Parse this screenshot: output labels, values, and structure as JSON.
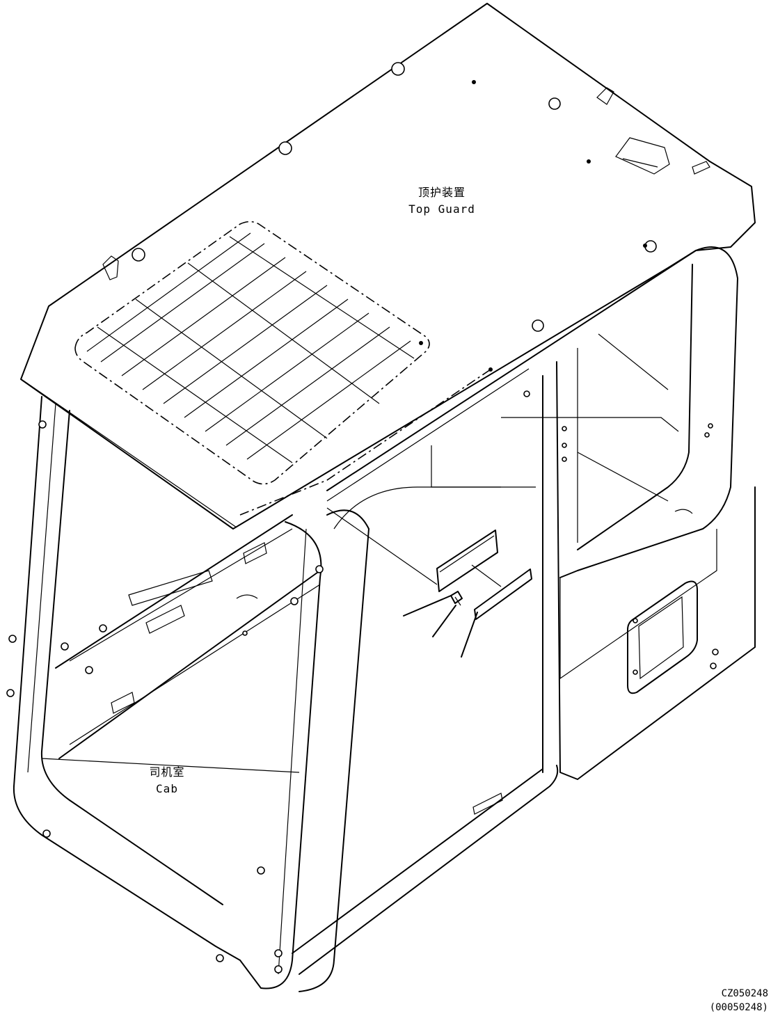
{
  "labels": {
    "top_guard": {
      "zh": "顶护装置",
      "en": "Top Guard"
    },
    "cab": {
      "zh": "司机室",
      "en": "Cab"
    }
  },
  "codes": {
    "figure_id": "CZ050248",
    "figure_ref": "(00050248)"
  },
  "colors": {
    "ink": "#000000",
    "paper": "#ffffff"
  }
}
